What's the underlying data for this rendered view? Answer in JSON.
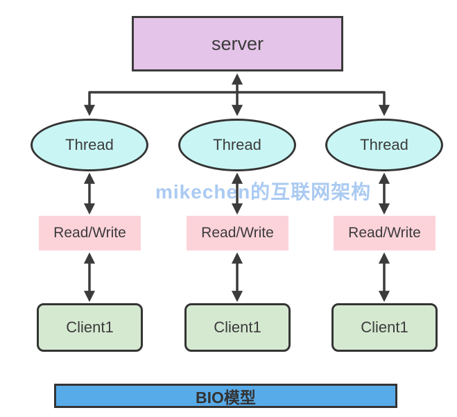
{
  "diagram": {
    "title": "BIO threading model diagram",
    "server_label": "server",
    "watermark": "mikechen的互联网架构",
    "banner_label": "BIO模型",
    "columns": [
      {
        "thread": "Thread",
        "readwrite": "Read/Write",
        "client": "Client1"
      },
      {
        "thread": "Thread",
        "readwrite": "Read/Write",
        "client": "Client1"
      },
      {
        "thread": "Thread",
        "readwrite": "Read/Write",
        "client": "Client1"
      }
    ],
    "colors": {
      "server_fill": "#e5c4e9",
      "thread_fill": "#c9f6f4",
      "readwrite_fill": "#fdd3da",
      "client_fill": "#d5e9d1",
      "banner_fill": "#58abe9",
      "line": "#3b3b3b",
      "watermark_text": "#8db8ee",
      "background": "#ffffff"
    }
  }
}
